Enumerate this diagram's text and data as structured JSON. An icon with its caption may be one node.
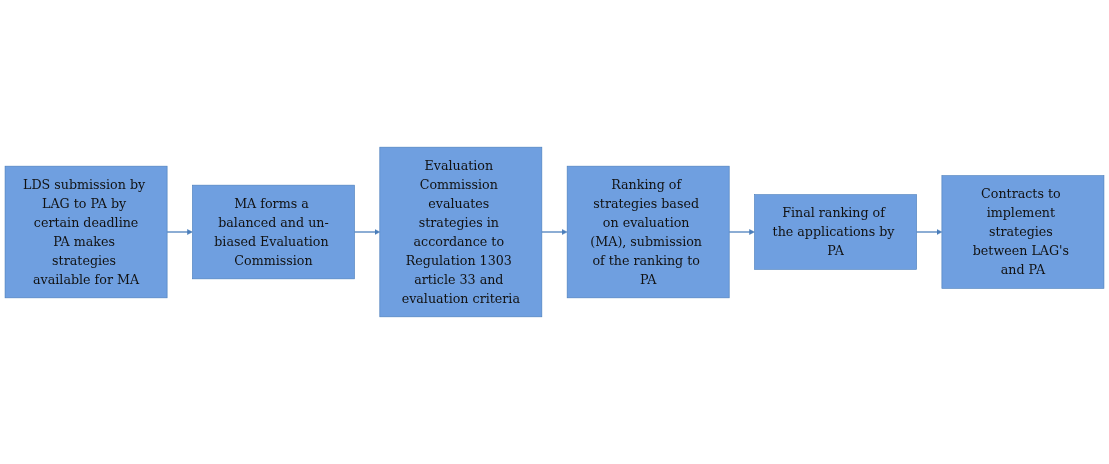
{
  "diagram": {
    "nodes": [
      {
        "text": [
          "LDS submission by LAG to PA by certain deadline",
          "PA makes strategies available for MA"
        ]
      },
      {
        "text": [
          "MA forms a balanced and un-biased Evaluation Commission"
        ]
      },
      {
        "text": [
          "Evaluation Commission evaluates strategies in accordance to Regulation 1303 article 33 and evaluation criteria"
        ]
      },
      {
        "text": [
          "Ranking of strategies based on evaluation (MA), submission of the ranking to PA"
        ]
      },
      {
        "text": [
          "Final ranking of the applications by PA"
        ]
      },
      {
        "text": [
          "Contracts to implement strategies between LAG's and PA"
        ]
      }
    ],
    "edges": [
      {
        "from": 0,
        "to": 1,
        "arrow": "to"
      },
      {
        "from": 1,
        "to": 2,
        "arrow": "to"
      },
      {
        "from": 2,
        "to": 3,
        "arrow": "to"
      },
      {
        "from": 3,
        "to": 4,
        "arrow": "to"
      },
      {
        "from": 4,
        "to": 5,
        "arrow": "to"
      }
    ]
  }
}
